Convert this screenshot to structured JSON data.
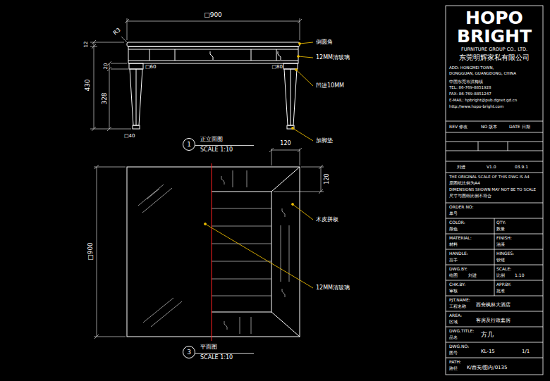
{
  "diagram": {
    "nodes": [
      {
        "text": [
          "1"
        ]
      },
      {
        "text": [
          "3"
        ]
      }
    ],
    "labels": [
      "□900",
      "R3",
      "12",
      "20",
      "430",
      "328",
      "□60",
      "□80",
      "□40",
      "倒圆角",
      "12MM清玻璃",
      "凹进10MM",
      "加脚垫",
      "正立面图",
      "SCALE 1:10",
      "120",
      "120",
      "□900",
      "木皮拼板",
      "12MM清玻璃",
      "平面图",
      "SCALE 1:10",
      "HOPO",
      "BRIGHT",
      "FURNITURE GROUP CO., LTD.",
      "东莞明辉家私有限公司",
      "ADD: HONGMEI TOWN,",
      "DONGGUAN, GUANGDONG, CHINA",
      "中国东莞市洪梅镇",
      "TEL: 86-769-8851928",
      "FAX: 86-769-8851247",
      "E-MAIL: hpbright@pub.dgnet.gd.cn",
      "http://www.hopo-bright.com",
      "REV 修改",
      "NO 版本",
      "DATE 日期",
      "刘进",
      "V1.0",
      "03.9.1",
      "THE ORIGINAL SCALE OF THIS DWG IS A4",
      "原图纸比例为A4",
      "DIMENSIONS SHOWN MAY NOT BE TO SCALE",
      "尺寸与图纸比例不符合",
      "ORDER NO:",
      "单号",
      "COLOR:",
      "颜色",
      "QTY:",
      "数量",
      "MATERIAL:",
      "材料",
      "FINISH:",
      "油漆",
      "HANDLE:",
      "拉手",
      "HINGES:",
      "铰链",
      "DWG.BY:",
      "绘图",
      "刘进",
      "SCALE:",
      "比例",
      "1:10",
      "CHK.BY:",
      "审核",
      "APP.BY:",
      "批准",
      "PJT.NAME:",
      "工程名称",
      "西安枫林大酒店",
      "AREA:",
      "区域",
      "客房及行政套房",
      "DWG.TITLE:",
      "品名",
      "方几",
      "DWG.NO:",
      "图号",
      "KL-15",
      "1/1",
      "PATH:",
      "路径",
      "K/西安/图内/0135"
    ]
  }
}
